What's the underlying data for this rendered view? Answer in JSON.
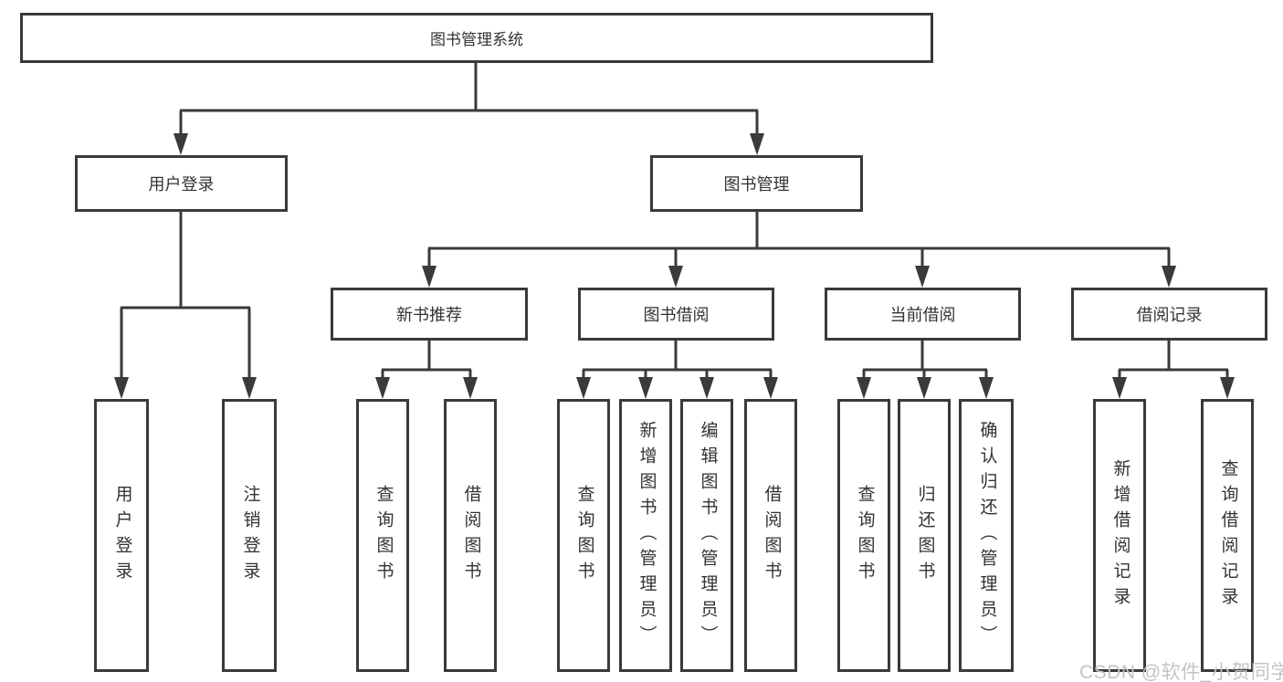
{
  "tree": {
    "root": {
      "label": "图书管理系统"
    },
    "branches": [
      {
        "label": "用户登录",
        "children": [
          {
            "label": "用户登录"
          },
          {
            "label": "注销登录"
          }
        ]
      },
      {
        "label": "图书管理",
        "children": [
          {
            "label": "新书推荐",
            "children": [
              {
                "label": "查询图书"
              },
              {
                "label": "借阅图书"
              }
            ]
          },
          {
            "label": "图书借阅",
            "children": [
              {
                "label": "查询图书"
              },
              {
                "label": "新增图书（管理员）"
              },
              {
                "label": "编辑图书（管理员）"
              },
              {
                "label": "借阅图书"
              }
            ]
          },
          {
            "label": "当前借阅",
            "children": [
              {
                "label": "查询图书"
              },
              {
                "label": "归还图书"
              },
              {
                "label": "确认归还（管理员）"
              }
            ]
          },
          {
            "label": "借阅记录",
            "children": [
              {
                "label": "新增借阅记录"
              },
              {
                "label": "查询借阅记录"
              }
            ]
          }
        ]
      }
    ]
  },
  "watermark": {
    "text": "CSDN @软件_小贺同学"
  },
  "colors": {
    "line": "#3a3a3a",
    "text": "#333333",
    "watermark": "#c4c4c4"
  }
}
